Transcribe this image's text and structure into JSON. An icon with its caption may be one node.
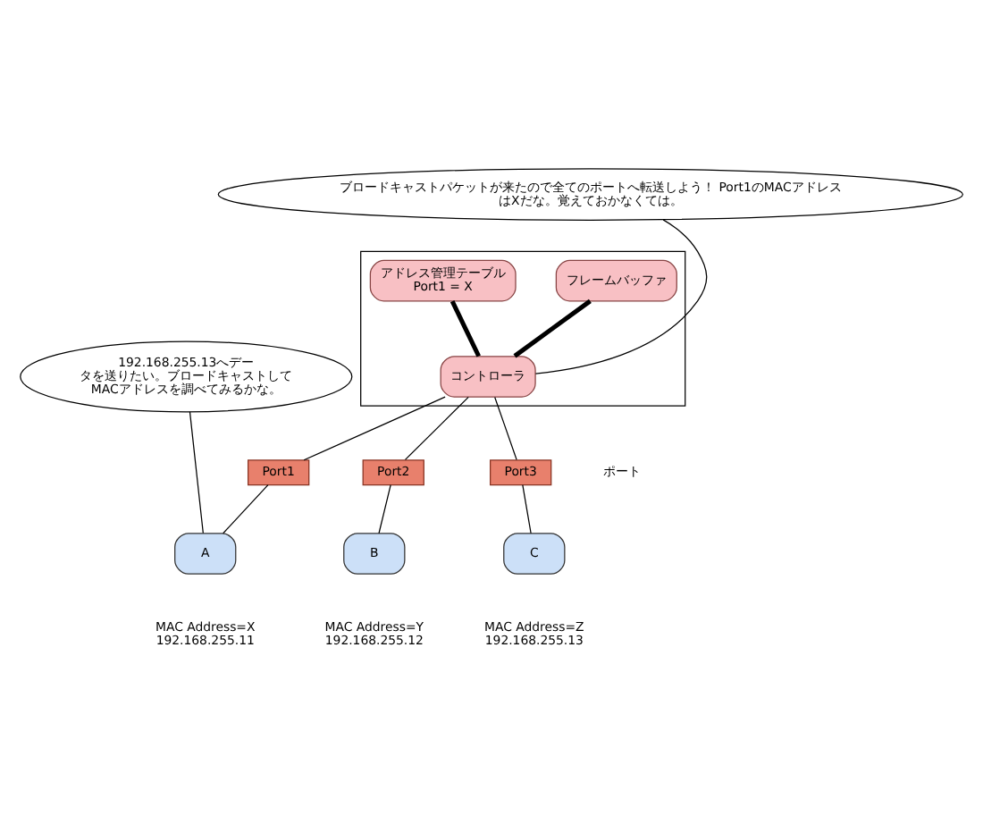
{
  "diagram": {
    "nodes": [
      {
        "text": [],
        "shape": "box"
      },
      {
        "text": [
          "アドレス管理テーブル",
          "Port1 = X"
        ],
        "in": 0
      },
      {
        "text": [
          "フレームバッファ"
        ],
        "in": 0
      },
      {
        "text": [
          "コントローラ"
        ],
        "in": 0
      },
      {
        "text": [
          "Port1"
        ]
      },
      {
        "text": [
          "Port2"
        ]
      },
      {
        "text": [
          "Port3"
        ]
      },
      {
        "text": [
          "A"
        ],
        "beside": [
          "MAC Address=X",
          "192.168.255.11"
        ]
      },
      {
        "text": [
          "B"
        ],
        "beside": [
          "MAC Address=Y",
          "192.168.255.12"
        ]
      },
      {
        "text": [
          "C"
        ],
        "beside": [
          "MAC Address=Z",
          "192.168.255.13"
        ]
      },
      {
        "text": [
          "ブロードキャストパケットが来たので全てのポートへ転送しよう！ Port1のMACアドレスはXだな。覚えておかなくては。"
        ]
      },
      {
        "text": [
          "192.168.255.13へデータを送りたい。ブロードキャストしてMACアドレスを調べてみるかな。"
        ]
      }
    ],
    "edges": [
      {
        "from": 1,
        "to": 3,
        "arrow": "none",
        "style": "thick"
      },
      {
        "from": 2,
        "to": 3,
        "arrow": "none",
        "style": "thick"
      },
      {
        "from": 3,
        "to": 4,
        "arrow": "none"
      },
      {
        "from": 3,
        "to": 5,
        "arrow": "none"
      },
      {
        "from": 3,
        "to": 6,
        "arrow": "none"
      },
      {
        "from": 4,
        "to": 7,
        "arrow": "none"
      },
      {
        "from": 5,
        "to": 8,
        "arrow": "none"
      },
      {
        "from": 6,
        "to": 9,
        "arrow": "none"
      },
      {
        "from": 10,
        "to": 3,
        "arrow": "none"
      },
      {
        "from": 11,
        "to": 7,
        "arrow": "none"
      }
    ],
    "labels": [
      "ポート"
    ]
  }
}
